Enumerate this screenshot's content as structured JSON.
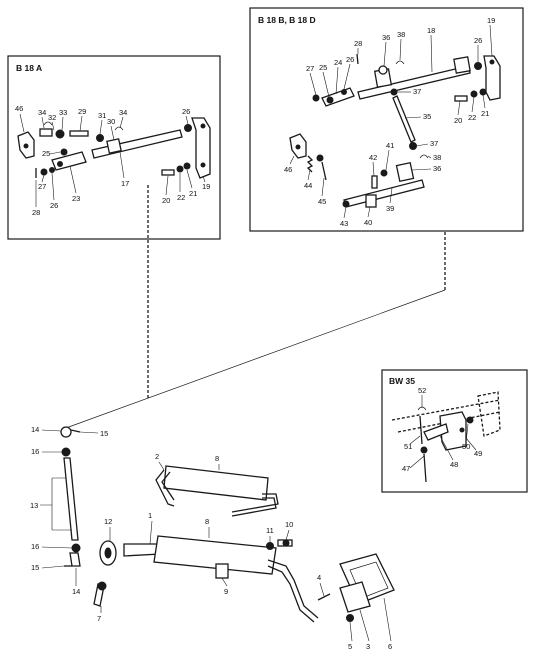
{
  "insets": {
    "b18a": "B 18 A",
    "b18bd": "B 18 B, B 18 D",
    "bw35": "BW 35"
  },
  "labels": {
    "n1": "1",
    "n2": "2",
    "n3": "3",
    "n4": "4",
    "n5": "5",
    "n6": "6",
    "n7": "7",
    "n8a": "8",
    "n8b": "8",
    "n9": "9",
    "n10": "10",
    "n11": "11",
    "n12": "12",
    "n13": "13",
    "n14a": "14",
    "n14b": "14",
    "n15a": "15",
    "n15b": "15",
    "n16a": "16",
    "n16b": "16",
    "a17": "17",
    "a19": "19",
    "a20": "20",
    "a21": "21",
    "a22": "22",
    "a23": "23",
    "a25": "25",
    "a26a": "26",
    "a26b": "26",
    "a27": "27",
    "a28": "28",
    "a29": "29",
    "a30": "30",
    "a31": "31",
    "a32": "32",
    "a33": "33",
    "a34a": "34",
    "a34b": "34",
    "a46": "46",
    "b18": "18",
    "b19": "19",
    "b20": "20",
    "b21": "21",
    "b22": "22",
    "b24": "24",
    "b25": "25",
    "b26a": "26",
    "b26b": "26",
    "b27": "27",
    "b28": "28",
    "b35": "35",
    "b36a": "36",
    "b36b": "36",
    "b37a": "37",
    "b37b": "37",
    "b38a": "38",
    "b38b": "38",
    "b39": "39",
    "b40": "40",
    "b41": "41",
    "b42": "42",
    "b43": "43",
    "b44": "44",
    "b45": "45",
    "b46": "46",
    "c47": "47",
    "c48": "48",
    "c49": "49",
    "c50": "50",
    "c51": "51",
    "c52": "52"
  }
}
